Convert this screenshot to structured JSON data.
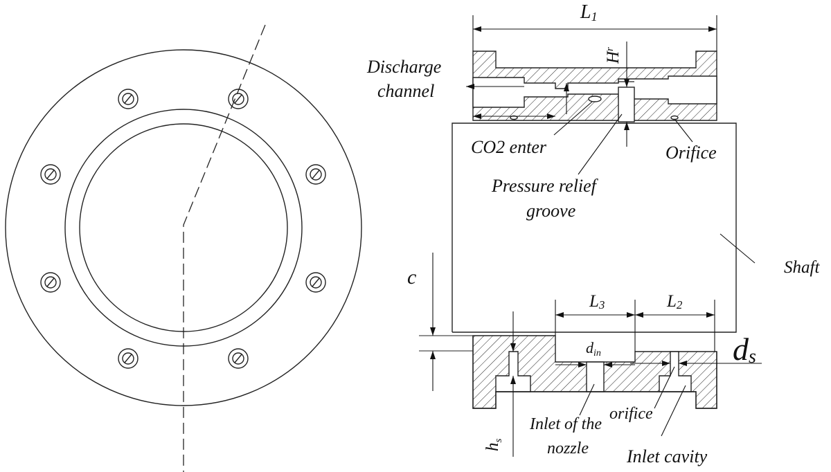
{
  "labels": {
    "l1": "L",
    "l1_sub": "1",
    "hr": "H",
    "hr_sub": "r",
    "discharge_line1": "Discharge",
    "discharge_line2": "channel",
    "co2_enter": "CO2 enter",
    "orifice_top": "Orifice",
    "pressure_relief_line1": "Pressure relief",
    "pressure_relief_line2": "groove",
    "shaft": "Shaft",
    "c": "c",
    "l3": "L",
    "l3_sub": "3",
    "l2": "L",
    "l2_sub": "2",
    "din": "d",
    "din_sub": "in",
    "ds": "d",
    "ds_sub": "s",
    "orifice_bottom": "orifice",
    "inlet_nozzle_line1": "Inlet of the",
    "inlet_nozzle_line2": "nozzle",
    "inlet_cavity": "Inlet cavity",
    "hs": "h",
    "hs_sub": "s"
  }
}
